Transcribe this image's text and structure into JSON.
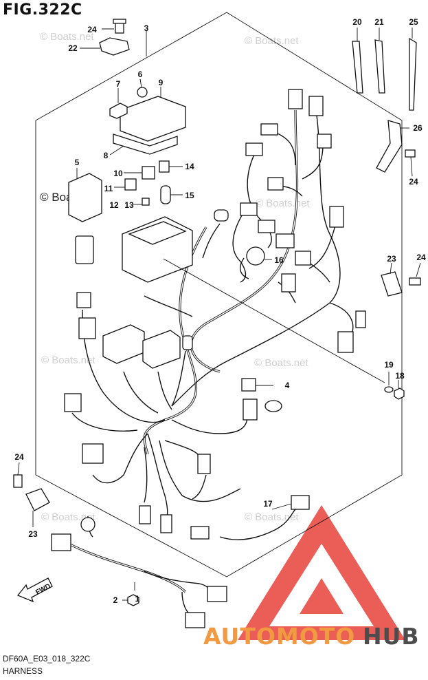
{
  "figure": {
    "title": "FIG.322C",
    "code": "DF60A_E03_018_322C",
    "caption": "HARNESS",
    "fwd_label": "FWD"
  },
  "callouts": [
    "1",
    "2",
    "3",
    "4",
    "5",
    "6",
    "7",
    "8",
    "9",
    "10",
    "11",
    "12",
    "13",
    "14",
    "15",
    "16",
    "17",
    "18",
    "19",
    "20",
    "21",
    "23",
    "22",
    "24",
    "24",
    "24",
    "24",
    "25",
    "26",
    "23"
  ],
  "watermarks": {
    "repeated": "© Boats.net",
    "strong": "© Boats.net"
  },
  "brand_logo": {
    "text_auto": "AUTOMOTO",
    "text_hub": "HUB",
    "colors": {
      "triangle": "#e8413a",
      "auto": "#f29a42",
      "hub": "#4d4d4d"
    }
  }
}
